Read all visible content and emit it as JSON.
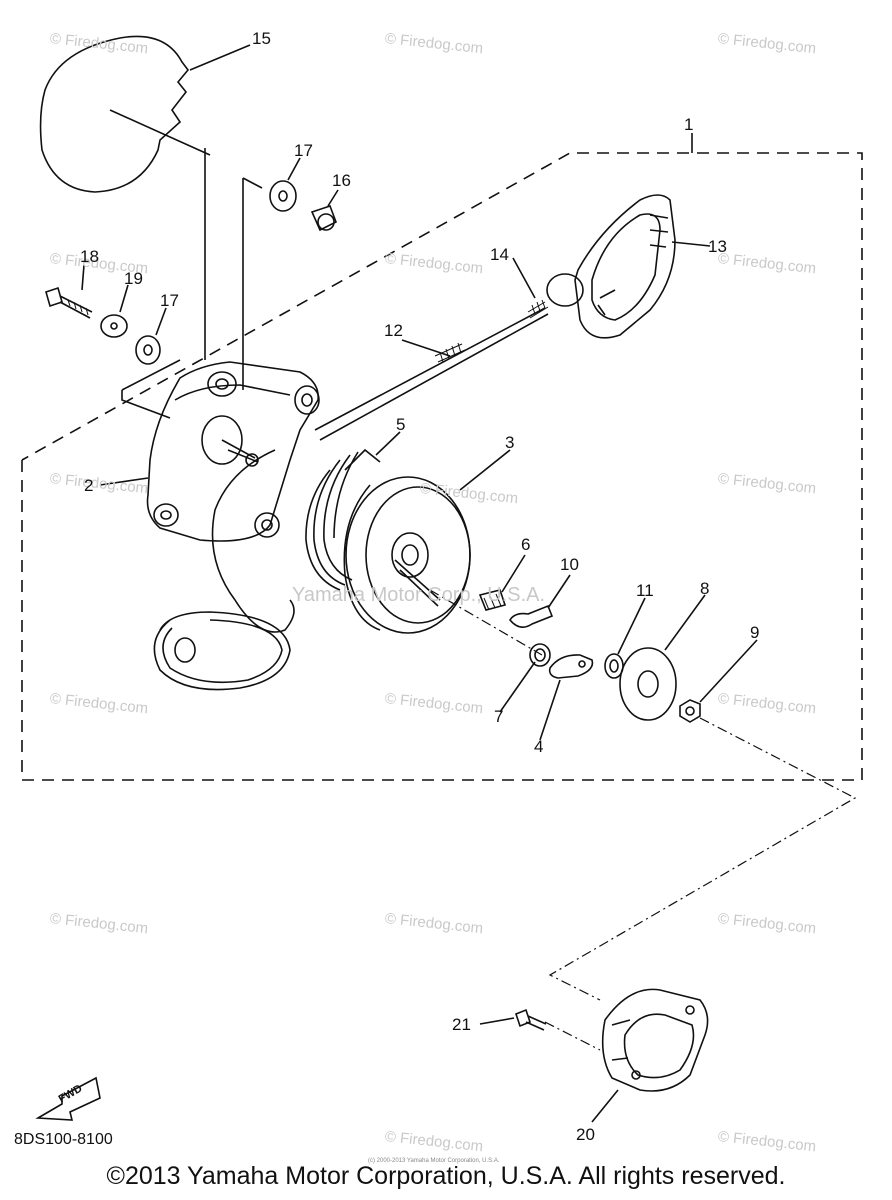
{
  "callouts": [
    {
      "id": "1",
      "label": "1"
    },
    {
      "id": "2",
      "label": "2"
    },
    {
      "id": "3",
      "label": "3"
    },
    {
      "id": "4",
      "label": "4"
    },
    {
      "id": "5",
      "label": "5"
    },
    {
      "id": "6",
      "label": "6"
    },
    {
      "id": "7",
      "label": "7"
    },
    {
      "id": "8",
      "label": "8"
    },
    {
      "id": "9",
      "label": "9"
    },
    {
      "id": "10",
      "label": "10"
    },
    {
      "id": "11",
      "label": "11"
    },
    {
      "id": "12",
      "label": "12"
    },
    {
      "id": "13",
      "label": "13"
    },
    {
      "id": "14",
      "label": "14"
    },
    {
      "id": "15",
      "label": "15"
    },
    {
      "id": "16",
      "label": "16"
    },
    {
      "id": "17a",
      "label": "17"
    },
    {
      "id": "17b",
      "label": "17"
    },
    {
      "id": "18",
      "label": "18"
    },
    {
      "id": "19",
      "label": "19"
    },
    {
      "id": "20",
      "label": "20"
    },
    {
      "id": "21",
      "label": "21"
    }
  ],
  "watermark": "© Firedog.com",
  "watermark_yamaha": "Yamaha Motor Corp., U.S.A.",
  "fwd_label": "FWD",
  "diagram_code": "8DS100-8100",
  "small_print": "(c) 2000-2013 Yamaha Motor Corporation, U.S.A.",
  "copyright": "©2013 Yamaha Motor Corporation, U.S.A. All rights reserved.",
  "colors": {
    "line": "#111111",
    "watermark": "#c9c9c9"
  }
}
